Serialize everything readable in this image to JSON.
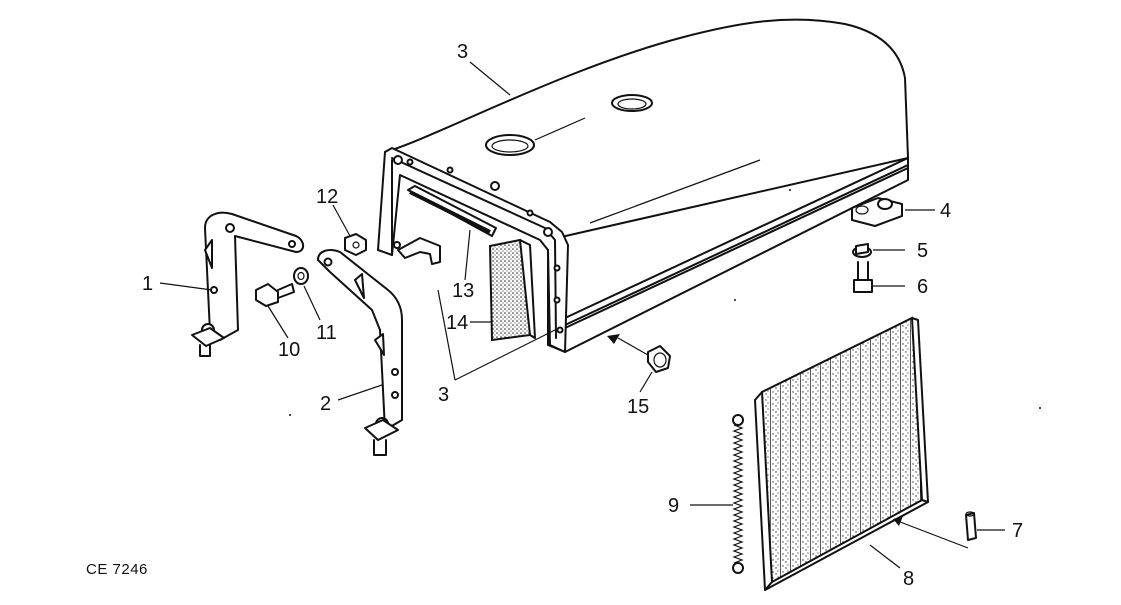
{
  "diagram": {
    "callouts": [
      {
        "id": "1",
        "text": "1"
      },
      {
        "id": "2",
        "text": "2"
      },
      {
        "id": "3a",
        "text": "3"
      },
      {
        "id": "3b",
        "text": "3"
      },
      {
        "id": "4",
        "text": "4"
      },
      {
        "id": "5",
        "text": "5"
      },
      {
        "id": "6",
        "text": "6"
      },
      {
        "id": "7",
        "text": "7"
      },
      {
        "id": "8",
        "text": "8"
      },
      {
        "id": "9",
        "text": "9"
      },
      {
        "id": "10",
        "text": "10"
      },
      {
        "id": "11",
        "text": "11"
      },
      {
        "id": "12",
        "text": "12"
      },
      {
        "id": "13",
        "text": "13"
      },
      {
        "id": "14",
        "text": "14"
      },
      {
        "id": "15",
        "text": "15"
      }
    ],
    "figure_code": "CE 7246"
  }
}
